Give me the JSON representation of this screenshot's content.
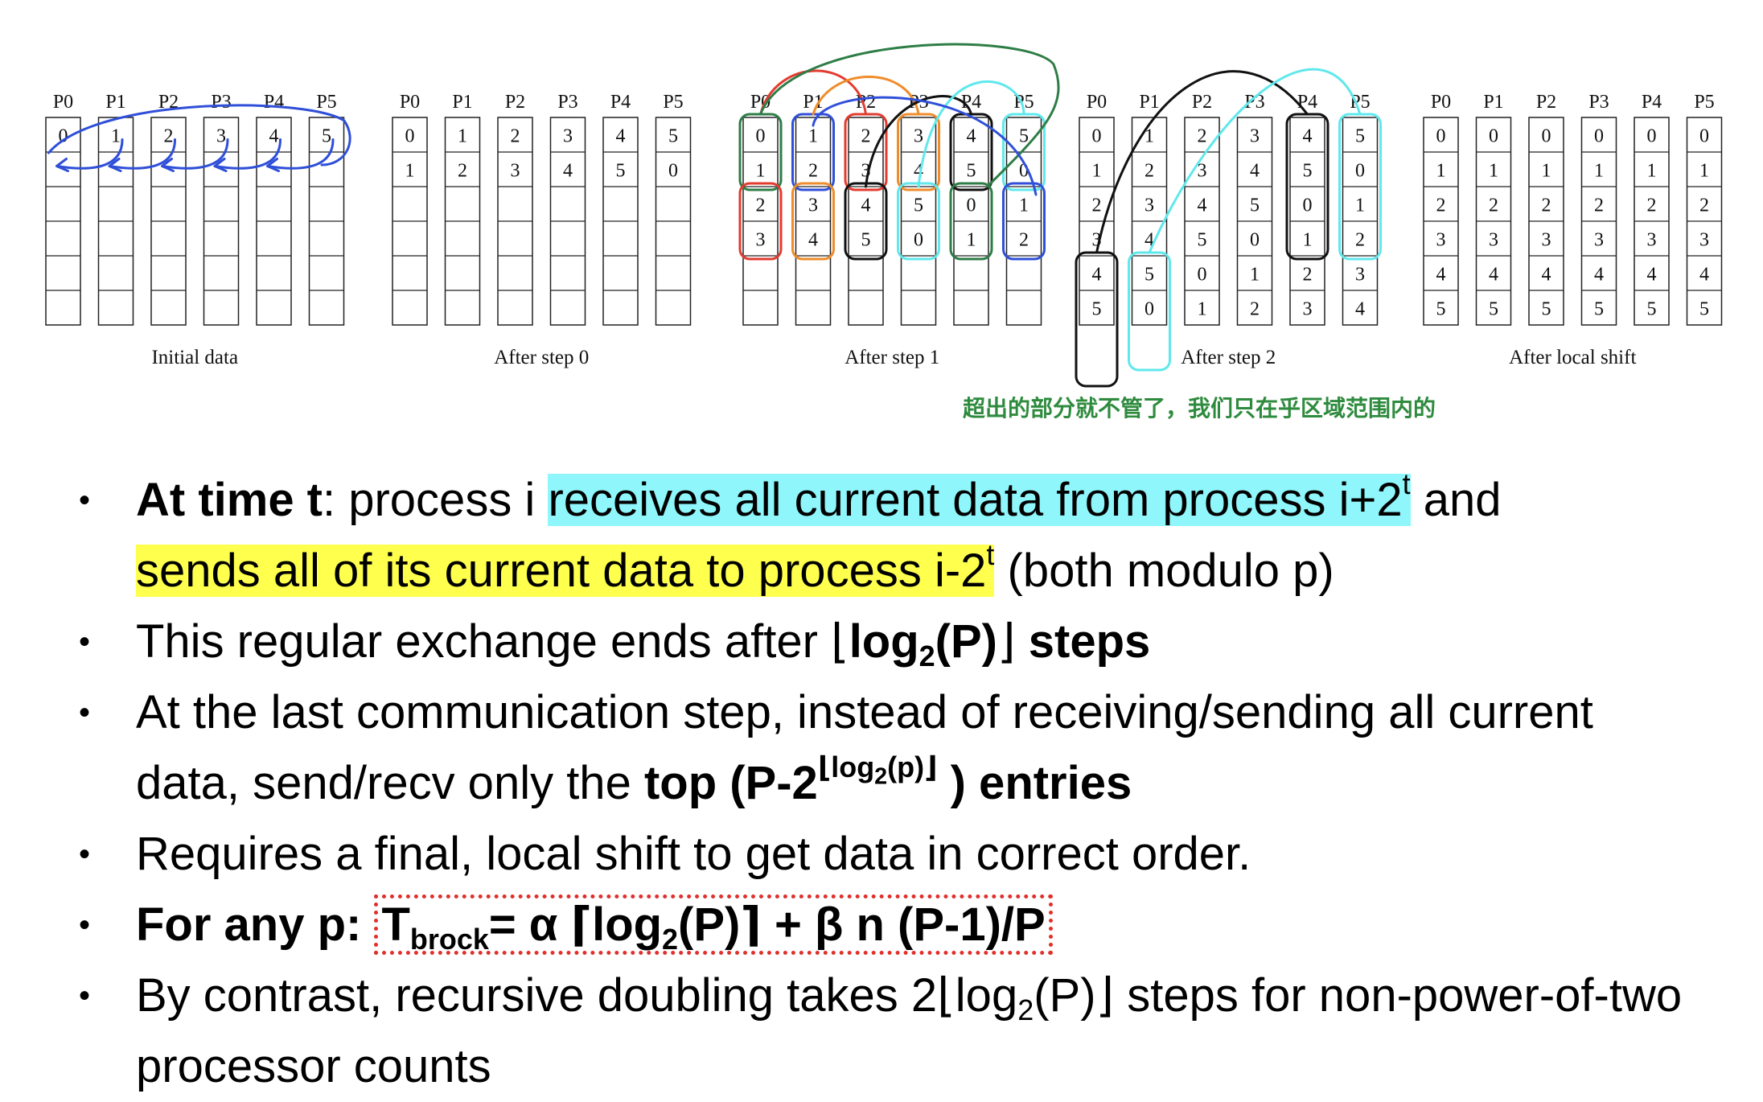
{
  "diagram": {
    "headers": [
      "P0",
      "P1",
      "P2",
      "P3",
      "P4",
      "P5"
    ],
    "panels": [
      {
        "caption": "Initial data",
        "rows": [
          [
            "0",
            "1",
            "2",
            "3",
            "4",
            "5"
          ]
        ]
      },
      {
        "caption": "After step 0",
        "rows": [
          [
            "0",
            "1",
            "2",
            "3",
            "4",
            "5"
          ],
          [
            "1",
            "2",
            "3",
            "4",
            "5",
            "0"
          ]
        ]
      },
      {
        "caption": "After step 1",
        "rows": [
          [
            "0",
            "1",
            "2",
            "3",
            "4",
            "5"
          ],
          [
            "1",
            "2",
            "3",
            "4",
            "5",
            "0"
          ],
          [
            "2",
            "3",
            "4",
            "5",
            "0",
            "1"
          ],
          [
            "3",
            "4",
            "5",
            "0",
            "1",
            "2"
          ]
        ]
      },
      {
        "caption": "After step 2",
        "rows": [
          [
            "0",
            "1",
            "2",
            "3",
            "4",
            "5"
          ],
          [
            "1",
            "2",
            "3",
            "4",
            "5",
            "0"
          ],
          [
            "2",
            "3",
            "4",
            "5",
            "0",
            "1"
          ],
          [
            "3",
            "4",
            "5",
            "0",
            "1",
            "2"
          ],
          [
            "4",
            "5",
            "0",
            "1",
            "2",
            "3"
          ],
          [
            "5",
            "0",
            "1",
            "2",
            "3",
            "4"
          ]
        ]
      },
      {
        "caption": "After local shift",
        "rows": [
          [
            "0",
            "0",
            "0",
            "0",
            "0",
            "0"
          ],
          [
            "1",
            "1",
            "1",
            "1",
            "1",
            "1"
          ],
          [
            "2",
            "2",
            "2",
            "2",
            "2",
            "2"
          ],
          [
            "3",
            "3",
            "3",
            "3",
            "3",
            "3"
          ],
          [
            "4",
            "4",
            "4",
            "4",
            "4",
            "4"
          ],
          [
            "5",
            "5",
            "5",
            "5",
            "5",
            "5"
          ]
        ]
      }
    ],
    "annotation_note": "超出的部分就不管了，我们只在乎区域范围内的",
    "colors": {
      "blue": "#2f4fd8",
      "red": "#e33b2f",
      "orange": "#ef8d2b",
      "black": "#111111",
      "cyan": "#60e8ec",
      "green": "#2e7d46",
      "note": "#2e8b3e"
    }
  },
  "bullets": {
    "b1": {
      "bold": "At time t",
      "pre": ": process i ",
      "cyan_text": "receives all current data from process i+2",
      "cyan_sup": "t",
      "mid": " and",
      "yellow_text": "sends all of its current data to process i-2",
      "yellow_sup": "t",
      "post": " (both modulo p)"
    },
    "b2": {
      "pre": "This regular exchange ends after ⌊",
      "bold1": "log",
      "bold_sub": "2",
      "bold2": "(P)",
      "mid": "⌋",
      "bold3": " steps"
    },
    "b3": {
      "line1": "At the last communication step, instead of receiving/sending all current",
      "pre": "data, send/recv only the ",
      "bold1": "top (P-2",
      "sup1": "⌊log",
      "sup_sub": "2",
      "sup2": "(p)⌋",
      "bold2": " ) entries"
    },
    "b4": {
      "text": "Requires a final, local shift to get data in correct order."
    },
    "b5": {
      "label": "For any p:",
      "t": "T",
      "t_sub": "brock",
      "eq1": "= α ⌈log",
      "eq_sub": "2",
      "eq2": "(P)⌉ + β n (P-1)/P"
    },
    "b6": {
      "pre": "By contrast, recursive doubling takes 2⌊log",
      "sub": "2",
      "post": "(P)⌋ steps for non-power-of-two processor counts"
    }
  }
}
